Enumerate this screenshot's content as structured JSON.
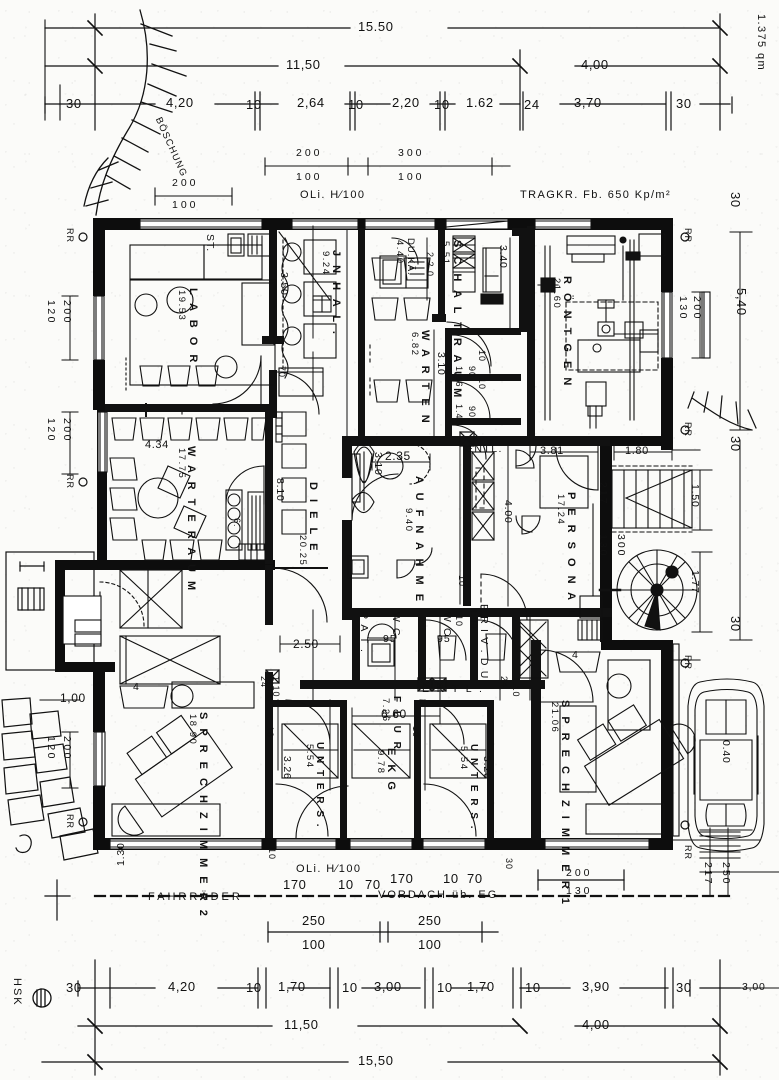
{
  "sheet": {
    "area_note": "1.375 qm",
    "slope_label": "BÖSCHUNG",
    "hsk_label": "HSK",
    "bikes_label": "FAHRRÄDER",
    "canopy_label": "VORDACH üb. EG",
    "skylight_top": "OLi.  H⁄100",
    "skylight_bottom": "OLi.  H⁄100",
    "load_note": "TRAGKR. Fb. 650 Kp/m²",
    "car_label": "0.40"
  },
  "rooms": [
    {
      "name": "LABOR",
      "area": "19.53"
    },
    {
      "name": "ST.",
      "area": ""
    },
    {
      "name": "INHAL.",
      "area": "9.24"
    },
    {
      "name": "DU.KA.",
      "area": "4.40"
    },
    {
      "name": "SCHALTRAUM",
      "area": "5.51"
    },
    {
      "name": "RÖNTGEN",
      "area": "21.60"
    },
    {
      "name": "WARTEN",
      "area": "6.82"
    },
    {
      "name": "WARTERAUM",
      "area": "17.75"
    },
    {
      "name": "DIELE",
      "area": "20.25"
    },
    {
      "name": "AUFNAHME",
      "area": "9.40"
    },
    {
      "name": "PERSONAL",
      "area": "17.24"
    },
    {
      "name": "SPRECHZIMMER 2",
      "area": "18.90"
    },
    {
      "name": "SPRECHZIMMER 1",
      "area": "21.06"
    },
    {
      "name": "UNTERS.",
      "area": "5.54"
    },
    {
      "name": "EKG",
      "area": "9.78"
    },
    {
      "name": "FLUR",
      "area": "7.26"
    },
    {
      "name": "PAT. WC",
      "area": ""
    },
    {
      "name": "PRIV. DU",
      "area": ""
    },
    {
      "name": "WC",
      "area": ""
    }
  ],
  "room_labels": {
    "labor": "L A B O R",
    "labor_area": "19.53",
    "st": "ST.",
    "inhal": "J N H A L .",
    "inhal_area": "9.24",
    "duka": "DU.KÄ.",
    "duka_area": "4.40",
    "schaltraum": "S C H A L T R A U M",
    "schaltraum_area": "5.51",
    "roentgen": "R Ö N T G E N",
    "roentgen_area": "21.60",
    "warten": "W A R T E N",
    "warten_area": "6.82",
    "warteraum": "W A R T E R A U M",
    "warteraum_area": "17.75",
    "diele": "D I E L E",
    "diele_area": "20.25",
    "aufnahme": "A U F N A H M E",
    "aufnahme_area": "9.40",
    "personal": "P E R S O N A L",
    "personal_area": "17.24",
    "sprech2": "S P R E C H Z I M M E R  2",
    "sprech2_area": "18.90",
    "sprech1": "S P R E C H Z I M M E R  1",
    "sprech1_area": "21.06",
    "unters_l": "U N T E R S .",
    "unters_l_area": "5.54",
    "unters_r": "U N T E R S .",
    "unters_r_area": "5.54",
    "ekg": "E K G",
    "ekg_area": "9.78",
    "flur": "F L U R",
    "flur_area": "7.26",
    "patwc": "P A T .",
    "wc1": "W C",
    "wc2": "W C",
    "privdu": "P R I V .  D U",
    "entl_top": "ENTL.",
    "entl_bottom": "E N T L .",
    "cab_146_a": "1.46",
    "cab_146_b": "1.46",
    "cab_90_a": "90",
    "cab_90_b": "90",
    "wc_95_a": "95",
    "wc_95_b": "95",
    "priv_190": "1.90"
  },
  "dimensions": {
    "top": {
      "row_total": "15.50",
      "row2_left": "11,50",
      "row2_right": "4,00",
      "row3": [
        "30",
        "4,20",
        "10",
        "2,64",
        "10",
        "2,20",
        "10",
        "1.62",
        "24",
        "3,70",
        "30"
      ]
    },
    "bottom": {
      "row_total": "15,50",
      "row2_left": "11,50",
      "row2_right": "4,00",
      "row3": [
        "30",
        "4,20",
        "10",
        "1,70",
        "10",
        "3,00",
        "10",
        "1,70",
        "10",
        "3,90",
        "30",
        "3,00"
      ]
    },
    "left": {
      "win_a_upper": "200",
      "win_a_lower": "120",
      "win_b_upper": "200",
      "win_b_lower": "120",
      "win_c_upper": "200",
      "win_c_lower": "120",
      "entry": "1,00"
    },
    "right": {
      "top_30": "30",
      "mid": "5,40",
      "bot_30a": "30",
      "win_upper": "200",
      "win_lower": "130",
      "stair_150": "1.50",
      "spiral_177": "1.77",
      "bot_30b": "30",
      "car_217": "217",
      "car_250": "250"
    },
    "top_openings": {
      "a_upper": "200",
      "a_lower": "100",
      "b_upper": "300",
      "b_lower": "100"
    },
    "bottom_openings": {
      "a_upper": "250",
      "a_lower": "100",
      "b_upper": "250",
      "b_lower": "100",
      "c_upper": "200",
      "c_lower": "130",
      "lintel": [
        "170",
        "10",
        "70",
        "170",
        "10",
        "70"
      ],
      "side_30": "30"
    },
    "left_top_window": {
      "upper": "200",
      "lower": "100"
    },
    "interior": {
      "inhal_350": "3.50",
      "inhal_70": "70",
      "duka_220": "2 2 0",
      "schalt_340": "3.40",
      "warten_310": "3.10",
      "warten_310b": "3.10",
      "cab_10_a": "10",
      "cab_10_b": "10",
      "cab_10_c": "10",
      "cab_10_d": "10",
      "warteraum_434": "4.34",
      "diele_810": "8.10",
      "diele_6": "6.",
      "aufnahme_235": "2.35",
      "aufnahme_400": "4.00",
      "aufnahme_10": "10",
      "personal_381": "3.81",
      "stair_180": "1.80",
      "stair_217": "217",
      "stair_130": "130",
      "stair_300": "300",
      "hall_250": "2.50",
      "hall_24": "24",
      "hall_110": "1.10",
      "flur_660": "6.60",
      "unters_326_l": "3.26",
      "unters_326_r": "3.26",
      "unters_10_l": "10",
      "unters_10_r": "10",
      "sprech_24": "24",
      "sprech_110": "1.10",
      "sprech_10": "10",
      "bottom_30": "30",
      "left_130": "1.30"
    }
  },
  "markers": {
    "rr": "RR",
    "door_num_a": "4",
    "door_num_b": "4",
    "door_num_c": "4"
  },
  "colors": {
    "ink": "#111111",
    "paper": "#fbfbf9",
    "wall": "#0d0d0d"
  }
}
